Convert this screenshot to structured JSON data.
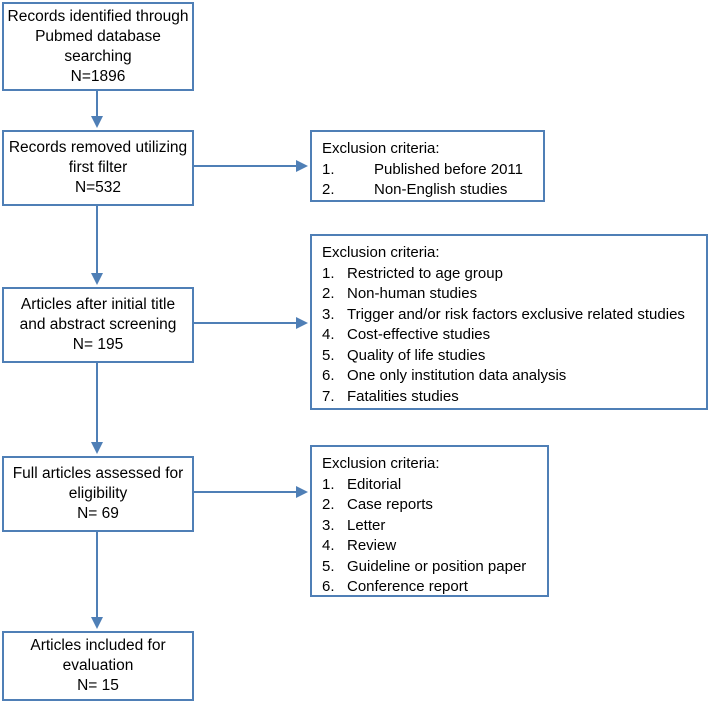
{
  "boxes": {
    "identified": [
      "Records identified through",
      "Pubmed database",
      "searching",
      "N=1896"
    ],
    "removed": [
      "Records removed utilizing",
      "first filter",
      "N=532"
    ],
    "screened": [
      "Articles after initial title",
      "and abstract screening",
      "N= 195"
    ],
    "assessed": [
      "Full articles assessed for",
      "eligibility",
      "N= 69"
    ],
    "included": [
      "Articles included for",
      "evaluation",
      "N= 15"
    ]
  },
  "exclusions": [
    {
      "title": "Exclusion criteria:",
      "items": [
        {
          "num": "1.",
          "text": "Published before 2011"
        },
        {
          "num": "2.",
          "text": "Non-English studies"
        }
      ]
    },
    {
      "title": "Exclusion criteria:",
      "items": [
        {
          "num": "1.",
          "text": "Restricted to age group"
        },
        {
          "num": "2.",
          "text": "Non-human studies"
        },
        {
          "num": "3.",
          "text": "Trigger and/or risk factors exclusive related studies"
        },
        {
          "num": "4.",
          "text": "Cost-effective studies"
        },
        {
          "num": "5.",
          "text": "Quality of life studies"
        },
        {
          "num": "6.",
          "text": "One only institution data analysis"
        },
        {
          "num": "7.",
          "text": "Fatalities studies"
        }
      ]
    },
    {
      "title": "Exclusion criteria:",
      "items": [
        {
          "num": "1.",
          "text": "Editorial"
        },
        {
          "num": "2.",
          "text": "Case reports"
        },
        {
          "num": "3.",
          "text": "Letter"
        },
        {
          "num": "4.",
          "text": "Review"
        },
        {
          "num": "5.",
          "text": "Guideline or position paper"
        },
        {
          "num": "6.",
          "text": "Conference report"
        }
      ]
    }
  ],
  "colors": {
    "stroke": "#4f7fb6"
  }
}
